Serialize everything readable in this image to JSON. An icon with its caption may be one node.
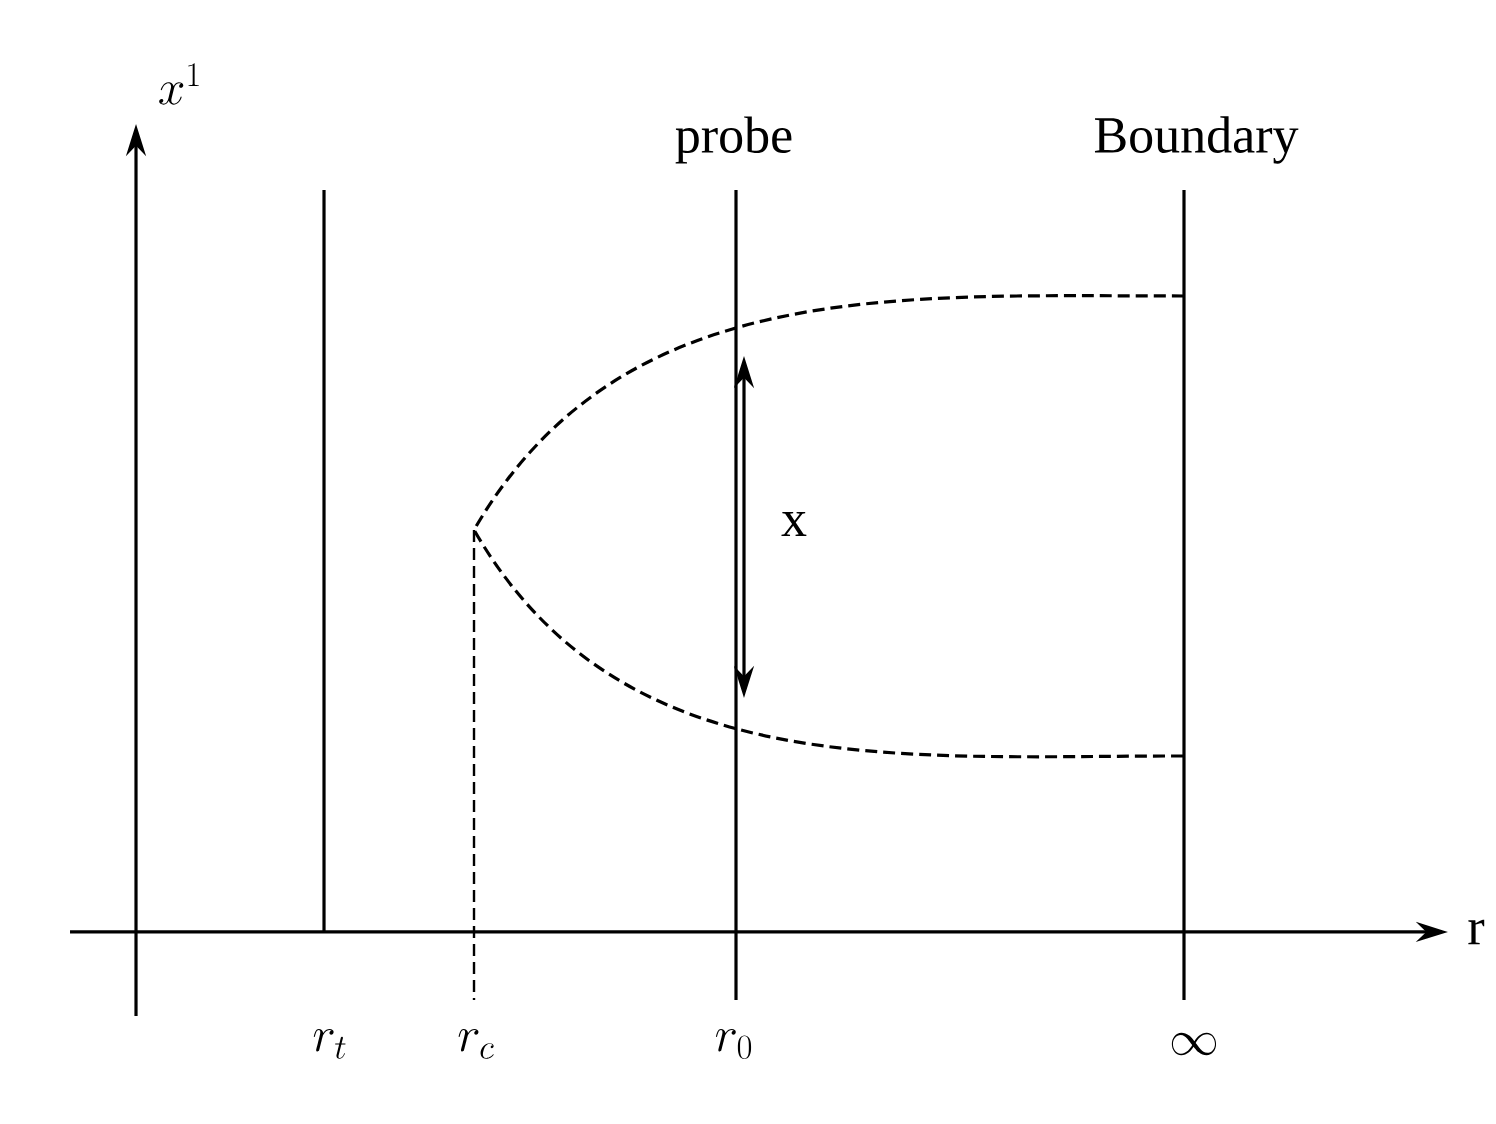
{
  "diagram": {
    "labels": [
      "x^1",
      "probe",
      "Boundary",
      "x",
      "r",
      "r_t",
      "r_c",
      "r_0",
      "\\infty"
    ]
  }
}
